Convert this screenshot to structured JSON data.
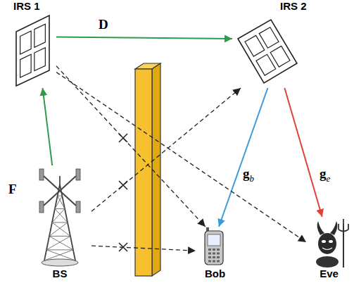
{
  "diagram": {
    "nodes": [
      {
        "text": [
          "IRS 1"
        ]
      },
      {
        "text": [
          "IRS 2"
        ]
      },
      {
        "text": [
          "BS"
        ]
      },
      {
        "text": [
          "Bob"
        ]
      },
      {
        "text": [
          "Eve"
        ]
      }
    ],
    "edges": [
      {
        "from": 2,
        "to": 0,
        "arrow": "to",
        "label": "F"
      },
      {
        "from": 0,
        "to": 1,
        "arrow": "to",
        "label": "D"
      },
      {
        "from": 1,
        "to": 3,
        "arrow": "to",
        "label": "gb"
      },
      {
        "from": 1,
        "to": 4,
        "arrow": "to",
        "label": "ge"
      },
      {
        "from": 0,
        "to": 3,
        "arrow": "to"
      },
      {
        "from": 0,
        "to": 4,
        "arrow": "to"
      },
      {
        "from": 2,
        "to": 1,
        "arrow": "to"
      },
      {
        "from": 2,
        "to": 3,
        "arrow": "to"
      }
    ]
  }
}
